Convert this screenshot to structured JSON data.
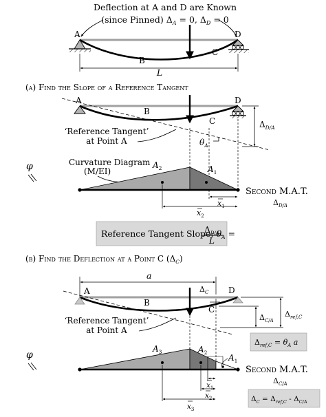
{
  "top": {
    "note_line1": "Deflection at A and D are Known",
    "note_line2_prefix": "(since Pinned) ",
    "delta_sym": "Δ",
    "sub_A": "A",
    "sub_D": "D",
    "eq_zero": " = 0, ",
    "eq_zero_end": " = 0",
    "label_A": "A",
    "label_B": "B",
    "label_C": "C",
    "label_D": "D",
    "span_label": "L"
  },
  "section_a": {
    "heading": "(a) Find the Slope of a Reference Tangent",
    "label_A": "A",
    "label_B": "B",
    "label_C": "C",
    "label_D": "D",
    "delta_D_sym": "Δ",
    "delta_D_sub": "D/A",
    "ref_tangent_line1": "‘Reference Tangent’",
    "ref_tangent_line2": "at Point A",
    "theta_sym": "θ",
    "theta_sub": "A",
    "phi_sym": "φ",
    "curv_line1": "Curvature Diagram",
    "curv_line2": "(M/EI)",
    "A2_sym": "A",
    "A2_sub": "2",
    "A1_sym": "A",
    "A1_sub": "1",
    "x1_sym": "x",
    "x1_sub": "1",
    "x2_sym": "x",
    "x2_sub": "2",
    "mat_title": "Second M.A.T.",
    "mat_delta_sym": "Δ",
    "mat_delta_sub": "D/A",
    "slope_box_label": "Reference Tangent Slope: ",
    "slope_theta_sym": "θ",
    "slope_theta_sub": "A",
    "slope_eq": " = ",
    "slope_num_sym": "Δ",
    "slope_num_sub": "D/A",
    "slope_den": "L"
  },
  "section_b": {
    "heading_prefix": "(b) Find the Deflection at a Point C (",
    "heading_delta": "Δ",
    "heading_sub": "C",
    "heading_suffix": ")",
    "dim_a": "a",
    "label_A": "A",
    "label_B": "B",
    "label_C": "C",
    "label_D": "D",
    "deltaC_sym": "Δ",
    "deltaC_sub": "C",
    "deltaCA_sym": "Δ",
    "deltaCA_sub": "C/A",
    "deltaRef_sym": "Δ",
    "deltaRef_sub": "ref,C",
    "ref_tangent_line1": "‘Reference Tangent’",
    "ref_tangent_line2": "at Point A",
    "phi_sym": "φ",
    "box1_lhs_sym": "Δ",
    "box1_lhs_sub": "ref,C",
    "box1_eq": " = ",
    "box1_theta": "θ",
    "box1_theta_sub": "A",
    "box1_a": " a",
    "A3_sym": "A",
    "A3_sub": "3",
    "A2_sym": "A",
    "A2_sub": "2",
    "A1_sym": "A",
    "A1_sub": "1",
    "x1_sym": "x",
    "x1_sub": "1",
    "x2_sym": "x",
    "x2_sub": "2",
    "x3_sym": "x",
    "x3_sub": "3",
    "mat_title": "Second M.A.T.",
    "mat_delta_sym": "Δ",
    "mat_delta_sub": "C/A",
    "box2_lhs_sym": "Δ",
    "box2_lhs_sub": "C",
    "box2_eq": " = ",
    "box2_t1_sym": "Δ",
    "box2_t1_sub": "ref,C",
    "box2_minus": " - ",
    "box2_t2_sym": "Δ",
    "box2_t2_sub": "C/A"
  },
  "colors": {
    "beam_gray": "#a0a0a0",
    "support_gray": "#b4b4b4",
    "area_light": "#a9a9a9",
    "area_dark": "#777777",
    "box_fill": "#d9d9d9",
    "ink": "#000000"
  }
}
